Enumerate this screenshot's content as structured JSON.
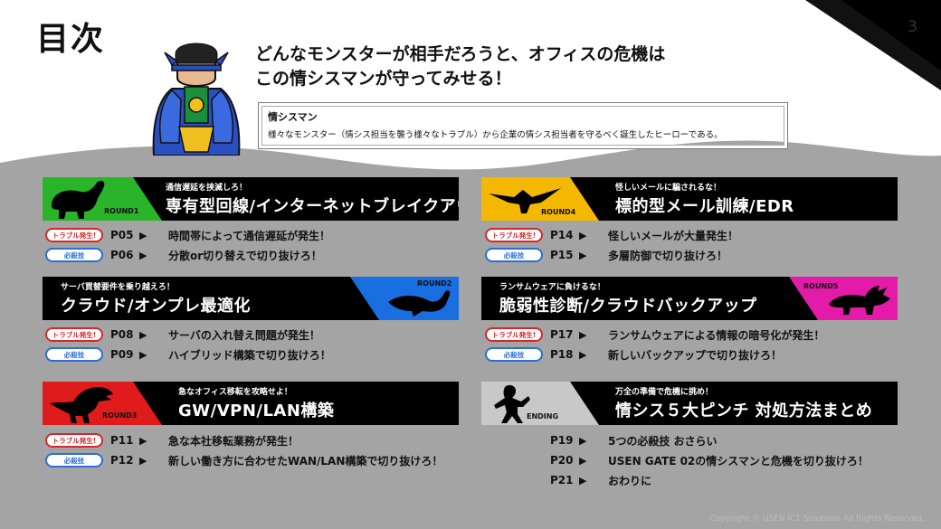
{
  "page": {
    "title": "目次",
    "number": "3"
  },
  "headline": {
    "line1": "どんなモンスターが相手だろうと、オフィスの危機は",
    "line2": "この情シスマンが守ってみせる！"
  },
  "hero": {
    "name": "情シスマン",
    "desc": "様々なモンスター（情シス担当を襲う様々なトラブル）から企業の情シス担当者を守るべく誕生したヒーローである。"
  },
  "badges": {
    "trouble": "トラブル発生!",
    "hissatsu": "必殺技"
  },
  "arrow": "▶",
  "rounds": [
    {
      "label": "ROUND1",
      "sub": "通信遅延を挟滅しろ！",
      "title": "専有型回線/インターネットブレイクアウト",
      "color": "#2ab42a",
      "items": [
        {
          "page": "P05",
          "text": "時間帯によって通信遅延が発生！"
        },
        {
          "page": "P06",
          "text": "分散or切り替えで切り抜けろ！"
        }
      ]
    },
    {
      "label": "ROUND2",
      "sub": "サーバ買替要件を乗り越えろ！",
      "title": "クラウド/オンプレ最適化",
      "color": "#1a6fe0",
      "items": [
        {
          "page": "P08",
          "text": "サーバの入れ替え問題が発生！"
        },
        {
          "page": "P09",
          "text": "ハイブリッド構築で切り抜けろ！"
        }
      ]
    },
    {
      "label": "ROUND3",
      "sub": "急なオフィス移転を攻略せよ！",
      "title": "GW/VPN/LAN構築",
      "color": "#e01b1b",
      "items": [
        {
          "page": "P11",
          "text": "急な本社移転業務が発生！"
        },
        {
          "page": "P12",
          "text": "新しい働き方に合わせたWAN/LAN構築で切り抜けろ！"
        }
      ]
    },
    {
      "label": "ROUND4",
      "sub": "怪しいメールに騙されるな！",
      "title": "標的型メール訓練/EDR",
      "color": "#f5b800",
      "items": [
        {
          "page": "P14",
          "text": "怪しいメールが大量発生！"
        },
        {
          "page": "P15",
          "text": "多層防御で切り抜けろ！"
        }
      ]
    },
    {
      "label": "ROUND5",
      "sub": "ランサムウェアに負けるな！",
      "title": "脆弱性診断/クラウドバックアップ",
      "color": "#e41aa8",
      "items": [
        {
          "page": "P17",
          "text": "ランサムウェアによる情報の暗号化が発生！"
        },
        {
          "page": "P18",
          "text": "新しいバックアップで切り抜けろ！"
        }
      ]
    },
    {
      "label": "ENDING",
      "sub": "万全の準備で危機に挑め！",
      "title": "情シス５大ピンチ 対処方法まとめ",
      "color": "#c8c8c8",
      "items": [
        {
          "page": "P19",
          "text": "5つの必殺技 おさらい"
        },
        {
          "page": "P20",
          "text": "USEN GATE 02の情シスマンと危機を切り抜けろ！"
        },
        {
          "page": "P21",
          "text": "おわりに"
        }
      ]
    }
  ],
  "copyright": "Copyright © USEN ICT Solutions All Rights Reserved.",
  "colors": {
    "background_gray": "#a4a4a4",
    "banner": "#000000",
    "trouble": "#d6282a",
    "hissatsu": "#2a6ed6"
  }
}
